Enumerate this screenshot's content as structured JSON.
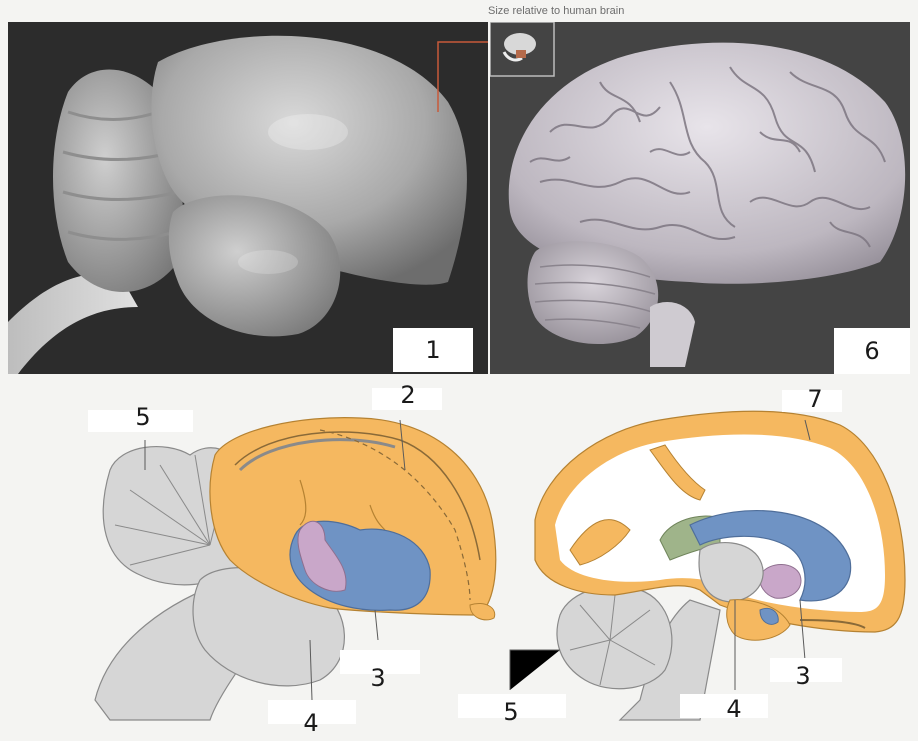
{
  "inset_caption": "Size relative to human brain",
  "panels": {
    "top_left_number": "1",
    "top_right_number": "6"
  },
  "diagram_left": {
    "labels": {
      "cerebellum": "5",
      "cortex": "2",
      "blue_region": "3",
      "brainstem": "4"
    }
  },
  "diagram_right": {
    "labels": {
      "cortex": "7",
      "blue_region": "3",
      "cerebellum": "5",
      "brainstem": "4"
    }
  },
  "colors": {
    "cortex_orange": "#f5b860",
    "blue_region": "#6f93c4",
    "pink_region": "#c9a7c9",
    "gray_structures": "#d6d6d6",
    "green_region": "#9fb48a",
    "photo_background": "#3a3a3a"
  }
}
